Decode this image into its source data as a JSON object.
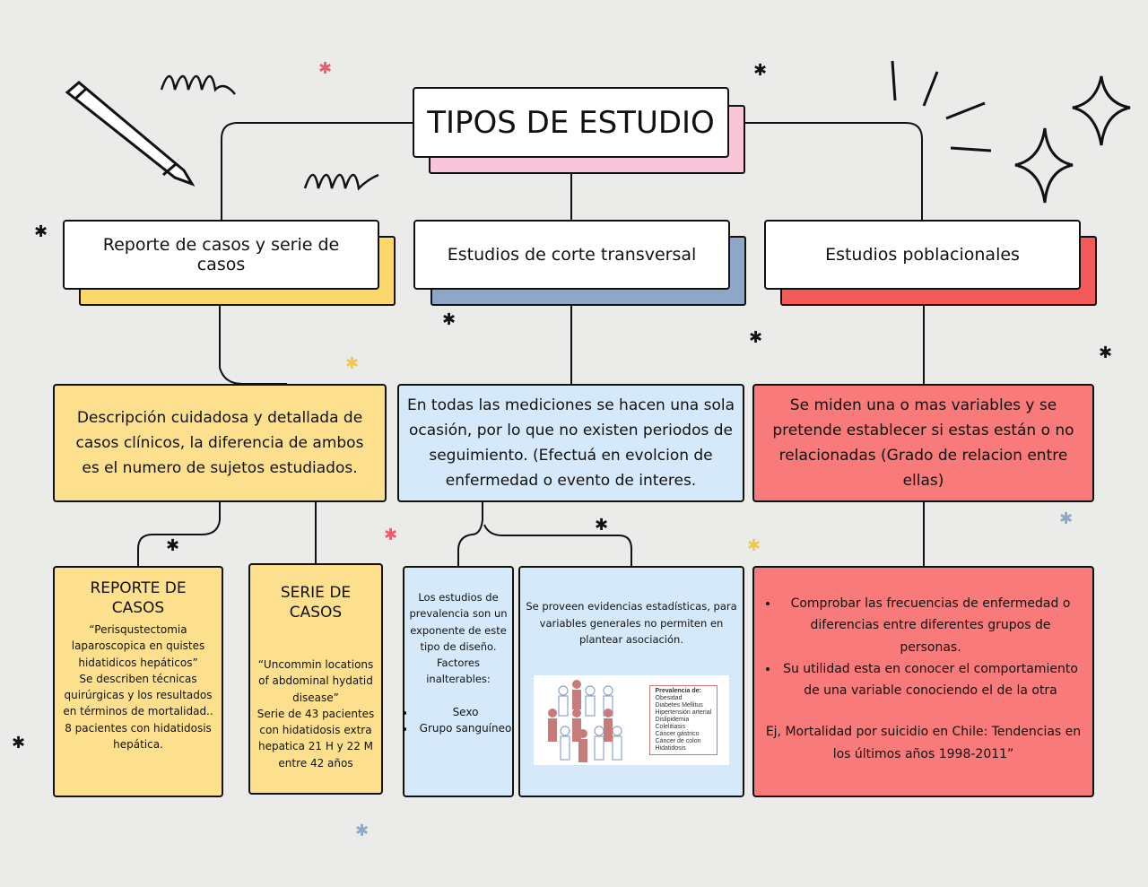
{
  "title": "TIPOS DE ESTUDIO",
  "headers": [
    "Reporte de casos y serie de casos",
    "Estudios de corte transversal",
    "Estudios poblacionales"
  ],
  "descriptions": [
    "Descripción cuidadosa y detallada de casos clínicos, la diferencia de ambos es el numero de sujetos estudiados.",
    "En todas las mediciones se hacen una sola ocasión, por lo que no existen periodos de seguimiento. (Efectuá en evolcion de enfermedad o evento de interes.",
    "Se miden una o mas variables y se pretende establecer si estas están o no relacionadas (Grado de relacion entre ellas)"
  ],
  "reporte": {
    "title": "REPORTE DE CASOS",
    "body": "“Perisqustectomia laparoscopica en quistes hidatidicos hepáticos”\nSe describen técnicas quirúrgicas y los resultados en términos de mortalidad.. 8 pacientes con hidatidosis hepática."
  },
  "serie": {
    "title": "SERIE DE CASOS",
    "body": "“Uncommin locations of abdominal hydatid disease”\nSerie de 43 pacientes con hidatidosis extra hepatica 21 H y 22 M entre 42 años"
  },
  "prevalencia": {
    "body": "Los estudios de prevalencia son un exponente de este tipo de diseño. Factores inalterables:",
    "items": [
      "Sexo",
      "Grupo sanguíneo"
    ]
  },
  "evidencias": {
    "body": "Se proveen evidencias estadísticas, para variables generales no permiten en plantear asociación.",
    "legend_title": "Prevalencia de:",
    "legend_items": [
      "Obesidad",
      "Diabetes Mellitus",
      "Hipertensión arterial",
      "Dislipidemia",
      "Colelitiasis",
      "Cáncer gástrico",
      "Cáncer de colon",
      "Hidatidosis"
    ]
  },
  "poblacionales": {
    "items": [
      "Comprobar las frecuencias de enfermedad o diferencias entre diferentes grupos de personas.",
      "Su utilidad esta en conocer el comportamiento de una variable conociendo el de la otra"
    ],
    "example": "Ej, Mortalidad por suicidio en Chile: Tendencias en los últimos años 1998-2011”"
  },
  "colors": {
    "yellow": "#fde08e",
    "blue": "#d6e9fb",
    "red": "#f87a7a",
    "pink": "#f9c5d8",
    "slate": "#8ea6c8",
    "coral": "#f55a5a"
  }
}
